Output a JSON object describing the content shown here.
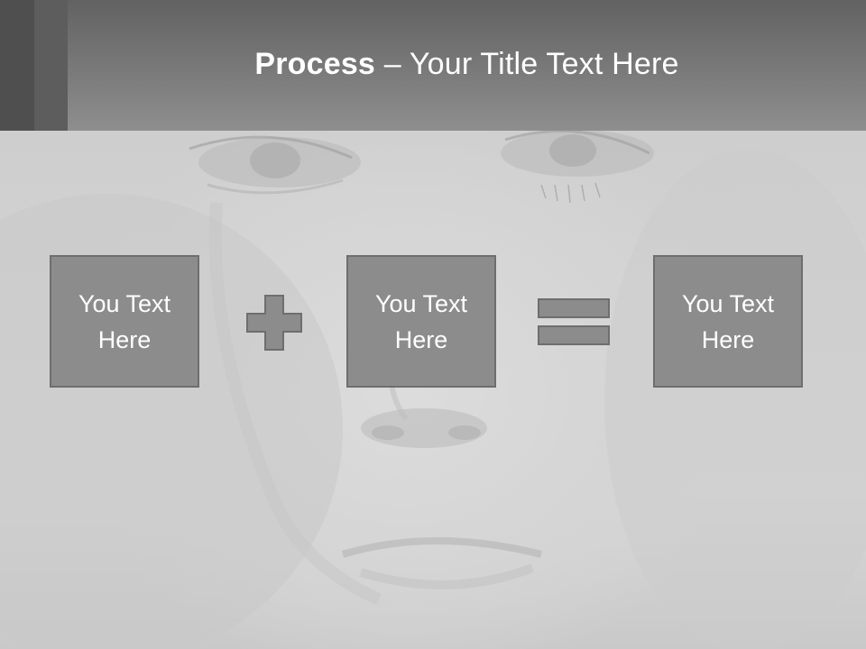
{
  "title": {
    "bold": "Process",
    "separator": " – ",
    "rest": "Your Title Text Here"
  },
  "boxes": [
    {
      "line1": "You Text",
      "line2": "Here"
    },
    {
      "line1": "You Text",
      "line2": "Here"
    },
    {
      "line1": "You Text",
      "line2": "Here"
    }
  ],
  "operators": [
    "plus-icon",
    "equals-icon"
  ],
  "colors": {
    "header": "#7a7a7a",
    "box_fill": "#8c8c8c",
    "box_border": "#6e6e6e",
    "text": "#ffffff"
  }
}
